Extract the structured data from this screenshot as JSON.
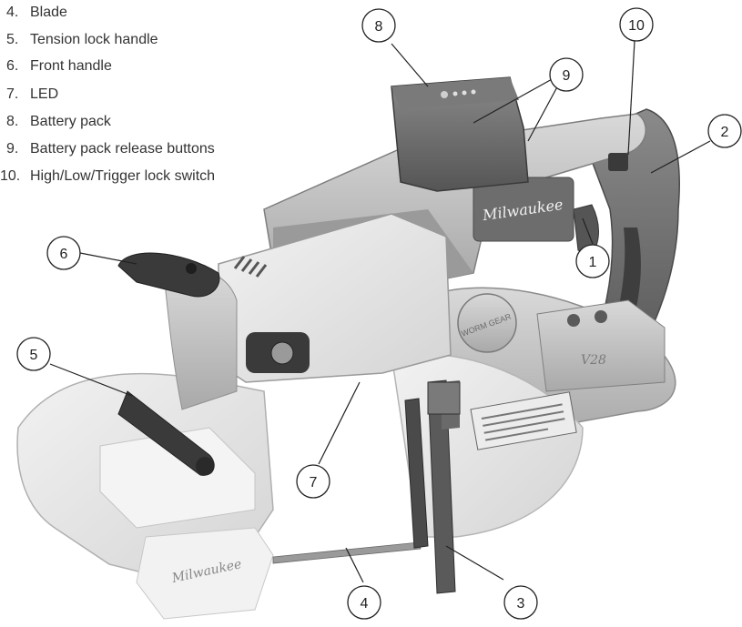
{
  "legend": {
    "items": [
      {
        "num": "4.",
        "label": "Blade"
      },
      {
        "num": "5.",
        "label": "Tension lock handle"
      },
      {
        "num": "6.",
        "label": "Front handle"
      },
      {
        "num": "7.",
        "label": "LED"
      },
      {
        "num": "8.",
        "label": "Battery pack"
      },
      {
        "num": "9.",
        "label": "Battery pack release buttons"
      },
      {
        "num": "10.",
        "label": "High/Low/Trigger lock switch"
      }
    ]
  },
  "callouts": [
    "1",
    "2",
    "3",
    "4",
    "5",
    "6",
    "7",
    "8",
    "9",
    "10"
  ],
  "branding": {
    "logo_text": "Milwaukee",
    "model_text": "V28",
    "gear_text": "WORM GEAR"
  },
  "colors": {
    "body_gray": "#b9b9b9",
    "dark_gray": "#5a5a5a",
    "light_gray": "#e3e3e3",
    "black_part": "#2e2e2e"
  }
}
